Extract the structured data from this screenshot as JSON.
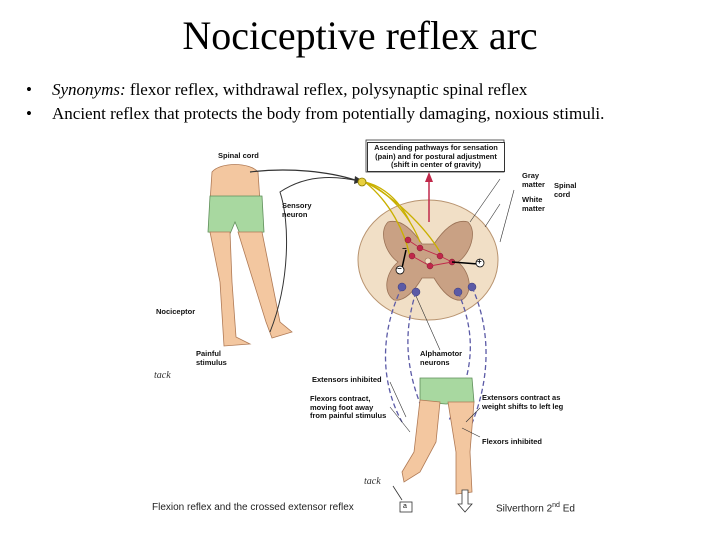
{
  "slide": {
    "title": "Nociceptive reflex arc",
    "bullets": [
      {
        "marker": "•",
        "prefix_italic": "Synonyms:",
        "text": " flexor reflex, withdrawal reflex, polysynaptic spinal reflex"
      },
      {
        "marker": "•",
        "prefix_italic": "",
        "text": "Ancient reflex that protects the body from potentially damaging, noxious stimuli."
      }
    ]
  },
  "figure": {
    "labels": {
      "spinal_cord_left": "Spinal cord",
      "sensory_neuron": "Sensory\nneuron",
      "nociceptor": "Nociceptor",
      "painful_stimulus": "Painful\nstimulus",
      "tack_left": "tack",
      "ascending": "Ascending pathways for sensation\n(pain) and for postural adjustment\n(shift in center of gravity)",
      "gray_matter": "Gray\nmatter",
      "white_matter": "White\nmatter",
      "spinal_cord_right": "Spinal\ncord",
      "alpha_motor": "Alphamotor\nneurons",
      "extensors_inhibited": "Extensors inhibited",
      "flexors_contract": "Flexors contract,\nmoving foot away\nfrom painful stimulus",
      "extensors_contract": "Extensors contract as\nweight shifts to left leg",
      "flexors_inhibited": "Flexors inhibited",
      "tack_bottom": "tack",
      "synapse_minus_1": "−",
      "synapse_minus_2": "−",
      "synapse_plus": "+",
      "box_marker": "a"
    },
    "caption_left": "Flexion reflex and the crossed extensor reflex",
    "caption_right": "Silverthorn 2",
    "caption_right_sup": "nd",
    "caption_right_end": " Ed",
    "colors": {
      "skin": "#f3c7a0",
      "shorts": "#a8d8a0",
      "gray_matter": "#c9a184",
      "white_matter": "#f1dfc6",
      "sensory": "#c9b000",
      "excitatory": "#c0284a",
      "motor": "#5b5aa6"
    }
  }
}
